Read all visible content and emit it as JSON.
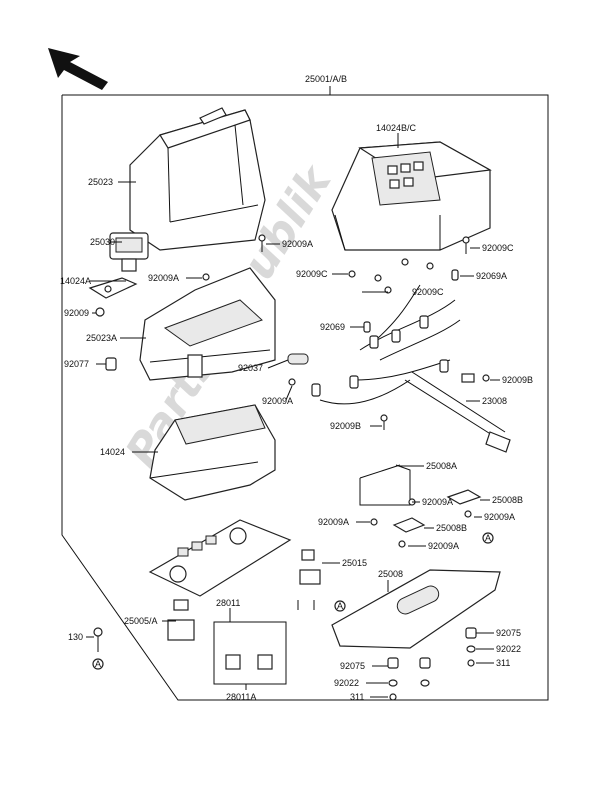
{
  "watermark": "PartsRepublik",
  "labels": {
    "assy": "25001/A/B",
    "l25023": "25023",
    "l14024bc": "14024B/C",
    "l25030": "25030",
    "l92009a_1": "92009A",
    "l92009c_1": "92009C",
    "l14024a": "14024A",
    "l92009a_2": "92009A",
    "l92009c_2": "92009C",
    "l92069a": "92069A",
    "l92009": "92009",
    "l92009c_3": "92009C",
    "l25023a": "25023A",
    "l92069": "92069",
    "l92077": "92077",
    "l92037": "92037",
    "l92009b_1": "92009B",
    "l92009a_3": "92009A",
    "l23008": "23008",
    "l92009b_2": "92009B",
    "l14024": "14024",
    "l25008a": "25008A",
    "l92009a_4": "92009A",
    "l25008b": "25008B",
    "l92009a_5": "92009A",
    "l92009a_6": "92009A",
    "l25008b_2": "25008B",
    "l92009a_7": "92009A",
    "l25015": "25015",
    "l25008": "25008",
    "l25005a": "25005/A",
    "l28011": "28011",
    "l130": "130",
    "l92075": "92075",
    "l92022": "92022",
    "l311": "311",
    "l92075_2": "92075",
    "l92022_2": "92022",
    "l311_2": "311",
    "l28011a": "28011A",
    "ref_a1": "A",
    "ref_a2": "A",
    "ref_a3": "A"
  }
}
